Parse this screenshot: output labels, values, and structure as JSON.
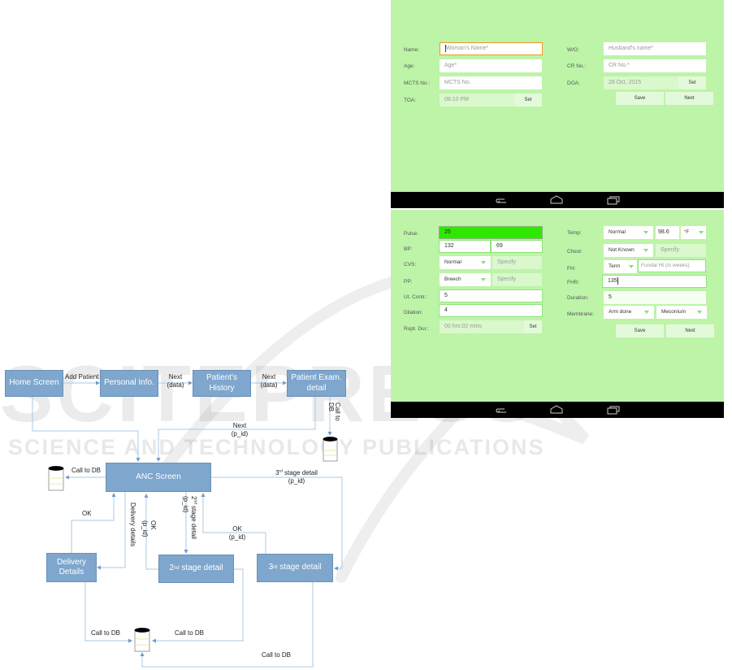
{
  "watermark": {
    "brand": "SCITEPRESS",
    "tagline": "SCIENCE AND TECHNOLOGY PUBLICATIONS"
  },
  "personal_info_screen": {
    "fields": {
      "name": {
        "label": "Name:",
        "placeholder": "Woman's Name*"
      },
      "age": {
        "label": "Age:",
        "placeholder": "Age*"
      },
      "mcts": {
        "label": "MCTS No.:",
        "placeholder": "MCTS No."
      },
      "toa": {
        "label": "TOA:",
        "value": "08:10 PM",
        "set_label": "Set"
      },
      "wo": {
        "label": "W/O:",
        "placeholder": "Husband's name*"
      },
      "cr": {
        "label": "CR No.:",
        "placeholder": "CR No.*"
      },
      "doa": {
        "label": "DOA:",
        "value": "28 Oct, 2015",
        "set_label": "Set"
      }
    },
    "save_label": "Save",
    "next_label": "Next"
  },
  "exam_screen": {
    "left": {
      "pulse": {
        "label": "Pulse:",
        "value": "25"
      },
      "bp": {
        "label": "BP:",
        "systolic": "132",
        "diastolic": "69"
      },
      "cvs": {
        "label": "CVS:",
        "selected": "Normal",
        "specify_placeholder": "Specify"
      },
      "pp": {
        "label": "PP:",
        "selected": "Breech",
        "specify_placeholder": "Specify"
      },
      "ut_contr": {
        "label": "Ut. Contr.:",
        "value": "5"
      },
      "dilation": {
        "label": "Dilation:",
        "value": "4"
      },
      "rupt_dur": {
        "label": "Rupt. Dur.:",
        "value": "00 hrs:02 mins",
        "set_label": "Set"
      }
    },
    "right": {
      "temp": {
        "label": "Temp:",
        "selected": "Normal",
        "value": "98.6",
        "unit": "°F"
      },
      "chest": {
        "label": "Chest:",
        "selected": "Not Known",
        "specify_placeholder": "Specify"
      },
      "fh": {
        "label": "FH:",
        "selected": "Term",
        "fundal_placeholder": "Fundal Ht (in weeks)"
      },
      "fhr": {
        "label": "FHR:",
        "value": "135"
      },
      "duration": {
        "label": "Duration:",
        "value": "5"
      },
      "membrane": {
        "label": "Membrane:",
        "selected": "Arm done",
        "selected2": "Meconium"
      }
    },
    "save_label": "Save",
    "next_label": "Next"
  },
  "navbar": {
    "icons": [
      "back-icon",
      "home-icon",
      "recents-icon"
    ]
  },
  "diagram": {
    "nodes": {
      "home": "Home Screen",
      "personal": "Personal Info.",
      "history": "Patient's History",
      "exam": "Patient Exam. detail",
      "anc": "ANC Screen",
      "delivery": "Delivery Details",
      "stage2_base": "2",
      "stage2_sup": "nd",
      "stage2_rest": " stage detail",
      "stage3_base": "3",
      "stage3_sup": "rd",
      "stage3_rest": " stage detail"
    },
    "edges": {
      "add_patient": "Add Patient",
      "next_data_1": "Next (data)",
      "next_data_2": "Next (data)",
      "call_db_exam": "Call to DB",
      "next_pid": "Next (p_id)",
      "call_db_anc": "Call to DB",
      "ok_delivery": "OK",
      "delivery_details": "Delivery details",
      "ok_pid_2": "OK (p_id)",
      "stage2_pid_base": "2",
      "stage2_pid_sup": "nd",
      "stage2_pid_rest": " stage detail (p_id)",
      "ok_pid_3": "OK (p_id)",
      "stage3_pid_base": "3",
      "stage3_pid_sup": "rd",
      "stage3_pid_rest": " stage detail (p_id)",
      "call_db_delivery": "Call to DB",
      "call_db_stage2": "Call to DB",
      "call_db_stage3": "Call to DB"
    }
  }
}
